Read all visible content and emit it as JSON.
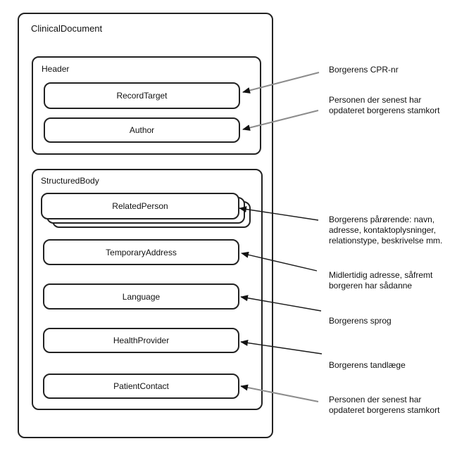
{
  "root": {
    "label": "ClinicalDocument"
  },
  "header": {
    "label": "Header",
    "items": [
      {
        "label": "RecordTarget"
      },
      {
        "label": "Author"
      }
    ]
  },
  "structured_body": {
    "label": "StructuredBody",
    "items": [
      {
        "label": "RelatedPerson",
        "stacked": true,
        "instances": 3
      },
      {
        "label": "TemporaryAddress"
      },
      {
        "label": "Language"
      },
      {
        "label": "HealthProvider"
      },
      {
        "label": "PatientContact"
      }
    ]
  },
  "annotations": [
    {
      "target": "RecordTarget",
      "text": "Borgerens CPR-nr"
    },
    {
      "target": "Author",
      "text": "Personen der senest har\nopdateret borgerens stamkort"
    },
    {
      "target": "RelatedPerson",
      "text": "Borgerens pårørende: navn,\nadresse, kontaktoplysninger,\nrelationstype, beskrivelse mm."
    },
    {
      "target": "TemporaryAddress",
      "text": "Midlertidig adresse, såfremt\nborgeren har sådanne"
    },
    {
      "target": "Language",
      "text": "Borgerens sprog"
    },
    {
      "target": "HealthProvider",
      "text": "Borgerens tandlæge"
    },
    {
      "target": "PatientContact",
      "text": "Personen der senest har\nopdateret borgerens stamkort"
    }
  ],
  "colors": {
    "background": "#ffffff",
    "box_border": "#222222",
    "arrow_dark": "#1a1a1a",
    "arrow_gray": "#8c8c8c",
    "arrowhead": "#111111",
    "text": "#111111"
  }
}
